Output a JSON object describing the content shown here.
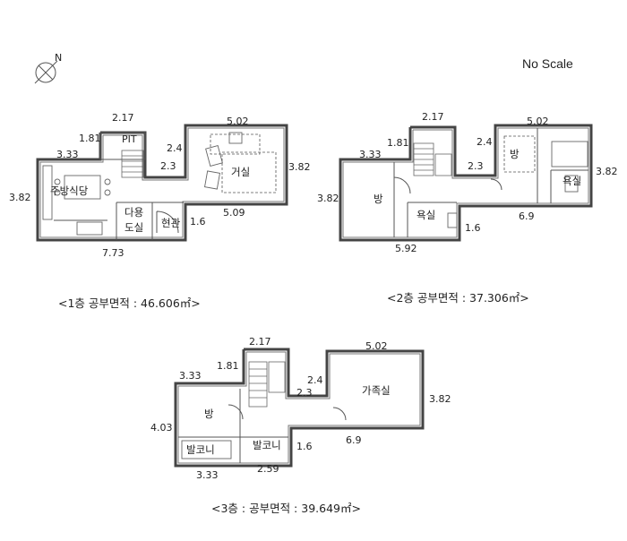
{
  "header": {
    "compass_letter": "N",
    "scale_note": "No Scale"
  },
  "floor1": {
    "caption": "<1층 공부면적 : 46.606㎡>",
    "rooms": {
      "pit": "PIT",
      "kitchen_dining": "주방식당",
      "living": "거실",
      "utility_line1": "다용",
      "utility_line2": "도실",
      "entrance": "현관"
    },
    "dims": {
      "top_small": "2.17",
      "top_main": "5.02",
      "left_stair": "1.81",
      "kitchen_width": "3.33",
      "step_upper": "2.4",
      "step_lower": "2.3",
      "right_height": "3.82",
      "left_height": "3.82",
      "inner_bottom": "5.09",
      "entrance_depth": "1.6",
      "total_bottom": "7.73"
    }
  },
  "floor2": {
    "caption": "<2층 공부면적 : 37.306㎡>",
    "rooms": {
      "room_left": "방",
      "room_right": "방",
      "bath_center": "욕실",
      "bath_right": "욕실"
    },
    "dims": {
      "top_small": "2.17",
      "top_main": "5.02",
      "left_stair": "1.81",
      "left_width": "3.33",
      "step_upper": "2.4",
      "step_lower": "2.3",
      "right_height": "3.82",
      "left_height": "3.82",
      "inner_bottom": "6.9",
      "bath_depth": "1.6",
      "total_bottom": "5.92"
    }
  },
  "floor3": {
    "caption": "<3층 : 공부면적 : 39.649㎡>",
    "rooms": {
      "room": "방",
      "family_room": "가족실",
      "balcony_left": "발코니",
      "balcony_right": "발코니"
    },
    "dims": {
      "top_small": "2.17",
      "top_main": "5.02",
      "left_stair": "1.81",
      "left_width": "3.33",
      "step_upper": "2.4",
      "step_lower": "2.3",
      "right_height": "3.82",
      "left_height": "4.03",
      "inner_bottom": "6.9",
      "balcony_depth": "1.6",
      "bottom_left": "3.33",
      "bottom_right": "2.59"
    }
  }
}
